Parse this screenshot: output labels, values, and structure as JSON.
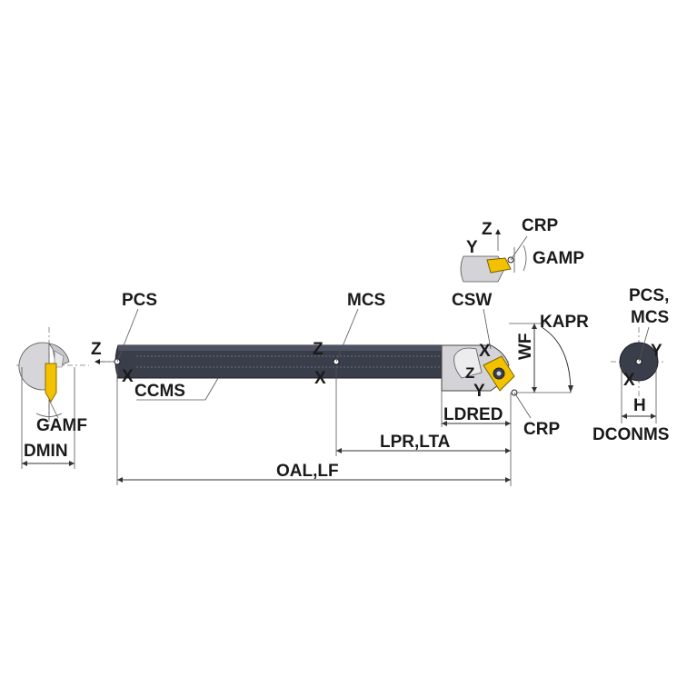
{
  "labels": {
    "pcs": "PCS",
    "mcs": "MCS",
    "ccms": "CCMS",
    "csw": "CSW",
    "crp_top": "CRP",
    "crp_bottom": "CRP",
    "gamp": "GAMP",
    "kapr": "KAPR",
    "wf": "WF",
    "ldred": "LDRED",
    "lpr_lta": "LPR,LTA",
    "oal_lf": "OAL,LF",
    "gamf": "GAMF",
    "dmin": "DMIN",
    "pcs_mcs_line1": "PCS,",
    "pcs_mcs_line2": "MCS",
    "h": "H",
    "dconms": "DCONMS"
  },
  "axes": {
    "z": "Z",
    "x": "X",
    "y": "Y"
  },
  "colors": {
    "tool_body": "#3a3d4a",
    "tool_edge": "#1f2028",
    "insert": "#f2c200",
    "insert_dark": "#9a7a00",
    "tool_light": "#d4d4d8"
  }
}
